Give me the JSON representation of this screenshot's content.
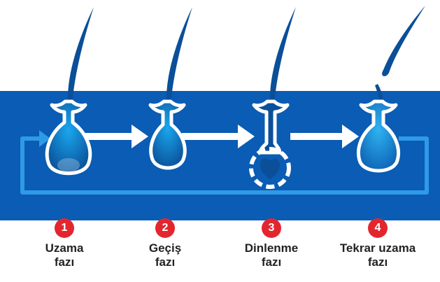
{
  "colors": {
    "band": "#0a5cb4",
    "hair": "#0a4f98",
    "follicle_outline": "#ffffff",
    "badge": "#e3262e",
    "loop_line": "#2f9ae6",
    "label_text": "#222222"
  },
  "phases": [
    {
      "number": "1",
      "line1": "Uzama",
      "line2": "fazı"
    },
    {
      "number": "2",
      "line1": "Geçiş",
      "line2": "fazı"
    },
    {
      "number": "3",
      "line1": "Dinlenme",
      "line2": "fazı"
    },
    {
      "number": "4",
      "line1": "Tekrar uzama",
      "line2": "fazı"
    }
  ],
  "icons": [
    "follicle-icon",
    "arrow-right-icon",
    "cycle-loop-icon",
    "falling-hair-icon"
  ]
}
